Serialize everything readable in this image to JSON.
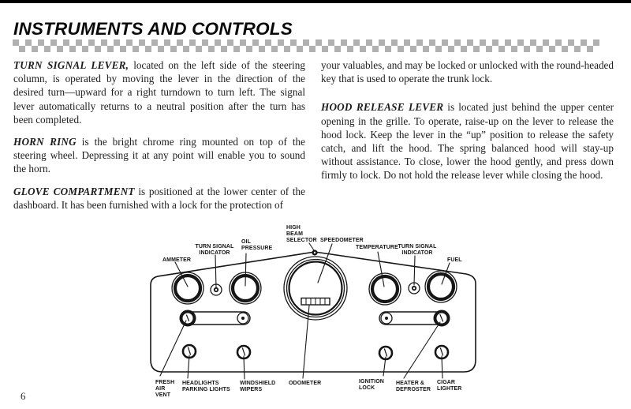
{
  "header": {
    "title": "INSTRUMENTS AND CONTROLS"
  },
  "body": {
    "left_column": [
      {
        "lead": "TURN SIGNAL LEVER,",
        "text": " located on the left side of the steering column, is operated by moving the lever in the direction of the desired turn—upward for a right turndown to turn left. The signal lever automatically returns to a neutral position after the turn has been completed."
      },
      {
        "lead": "HORN RING",
        "text": " is the bright chrome ring mounted on top of the steering wheel. Depressing it at any point will enable you to sound the horn."
      },
      {
        "lead": "GLOVE COMPARTMENT",
        "text": " is positioned at the lower center of the dashboard. It has been furnished with a lock for the protection of"
      }
    ],
    "right_column": [
      {
        "lead": "",
        "text": "your valuables, and may be locked or unlocked with the round-headed key that is used to operate the trunk lock."
      },
      {
        "lead": "HOOD RELEASE LEVER",
        "text": " is located just behind the upper center opening in the grille. To operate, raise-up on the lever to release the hood lock. Keep the lever in the “up” position to release the safety catch, and lift the hood. The spring balanced hood will stay-up without assistance. To close, lower the hood gently, and press down firmly to lock. Do not hold the release lever while closing the hood."
      }
    ]
  },
  "diagram": {
    "labels": {
      "ammeter": "AMMETER",
      "turn_signal_left_line1": "TURN SIGNAL",
      "turn_signal_left_line2": "INDICATOR",
      "oil_pressure_line1": "OIL",
      "oil_pressure_line2": "PRESSURE",
      "high_beam_line1": "HIGH",
      "high_beam_line2": "BEAM",
      "high_beam_line3": "SELECTOR",
      "speedometer": "SPEEDOMETER",
      "temperature": "TEMPERATURE",
      "turn_signal_right_line1": "TURN SIGNAL",
      "turn_signal_right_line2": "INDICATOR",
      "fuel": "FUEL",
      "fresh_air_line1": "FRESH",
      "fresh_air_line2": "AIR",
      "fresh_air_line3": "VENT",
      "headlights_line1": "HEADLIGHTS",
      "headlights_line2": "PARKING LIGHTS",
      "wipers_line1": "WINDSHIELD",
      "wipers_line2": "WIPERS",
      "odometer": "ODOMETER",
      "ignition_line1": "IGNITION",
      "ignition_line2": "LOCK",
      "heater_line1": "HEATER &",
      "heater_line2": "DEFROSTER",
      "cigar_line1": "CIGAR",
      "cigar_line2": "LIGHTER"
    }
  },
  "footer": {
    "page_number": "6"
  },
  "colors": {
    "ink": "#161616",
    "checker_gray": "#b0b0b0",
    "paper": "#ffffff"
  }
}
